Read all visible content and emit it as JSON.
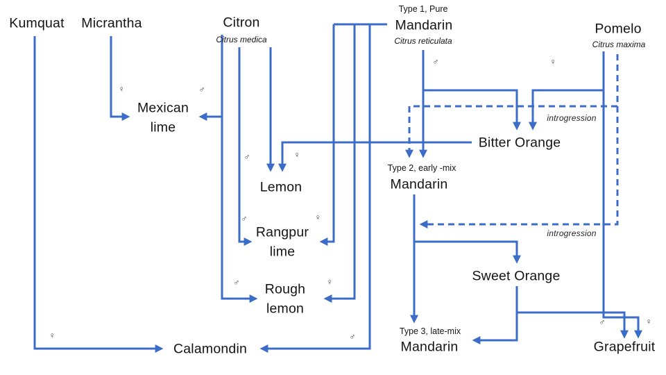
{
  "colors": {
    "line": "#3b6cc7",
    "text": "#141414",
    "symbol": "#3a3a3a"
  },
  "glyphs": {
    "female": "♀",
    "male": "♂"
  },
  "nodes": {
    "kumquat": {
      "label": "Kumquat"
    },
    "micrantha": {
      "label": "Micrantha"
    },
    "citron": {
      "label": "Citron",
      "subtitle": "Citrus medica"
    },
    "mandarin_type1": {
      "type_label": "Type 1, Pure",
      "label": "Mandarin",
      "subtitle": "Citrus reticulata"
    },
    "pomelo": {
      "label": "Pomelo",
      "subtitle": "Citrus maxima"
    },
    "mexican_lime": {
      "label": "Mexican lime"
    },
    "bitter_orange": {
      "label": "Bitter Orange"
    },
    "lemon": {
      "label": "Lemon"
    },
    "mandarin_type2": {
      "type_label": "Type 2, early -mix",
      "label": "Mandarin"
    },
    "rangpur_lime": {
      "label": "Rangpur lime"
    },
    "rough_lemon": {
      "label": "Rough lemon"
    },
    "sweet_orange": {
      "label": "Sweet Orange"
    },
    "calamondin": {
      "label": "Calamondin"
    },
    "mandarin_type3": {
      "type_label": "Type 3, late-mix",
      "label": "Mandarin"
    },
    "grapefruit": {
      "label": "Grapefruit"
    }
  },
  "annotations": {
    "introgression_upper": "introgression",
    "introgression_lower": "introgression"
  }
}
